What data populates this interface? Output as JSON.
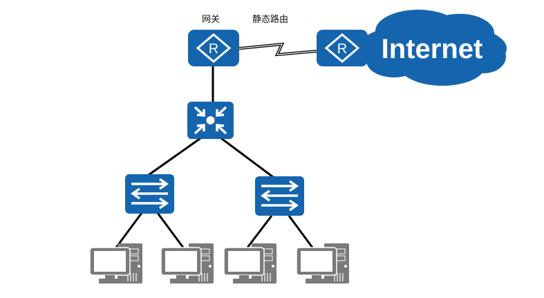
{
  "labels": {
    "gateway": "网关",
    "static_route": "静态路由",
    "internet": "Internet"
  },
  "devices": {
    "gateway_router": {
      "type": "router",
      "glyph": "R"
    },
    "isp_router": {
      "type": "router",
      "glyph": "R"
    },
    "core_switch": {
      "type": "layer3-switch"
    },
    "access_switches": [
      {
        "type": "layer2-switch"
      },
      {
        "type": "layer2-switch"
      }
    ],
    "pcs": [
      {
        "type": "pc"
      },
      {
        "type": "pc"
      },
      {
        "type": "pc"
      },
      {
        "type": "pc"
      }
    ]
  },
  "links": [
    {
      "from": "gateway_router",
      "to": "isp_router",
      "type": "serial"
    },
    {
      "from": "gateway_router",
      "to": "core_switch",
      "type": "ethernet"
    },
    {
      "from": "core_switch",
      "to": "access_switch_1",
      "type": "ethernet"
    },
    {
      "from": "core_switch",
      "to": "access_switch_2",
      "type": "ethernet"
    },
    {
      "from": "access_switch_1",
      "to": "pc_1",
      "type": "ethernet"
    },
    {
      "from": "access_switch_1",
      "to": "pc_2",
      "type": "ethernet"
    },
    {
      "from": "access_switch_2",
      "to": "pc_3",
      "type": "ethernet"
    },
    {
      "from": "access_switch_2",
      "to": "pc_4",
      "type": "ethernet"
    }
  ],
  "colors": {
    "device_blue": "#1565ae",
    "pc_gray": "#7a7a7a",
    "link": "#000000",
    "white": "#ffffff"
  }
}
